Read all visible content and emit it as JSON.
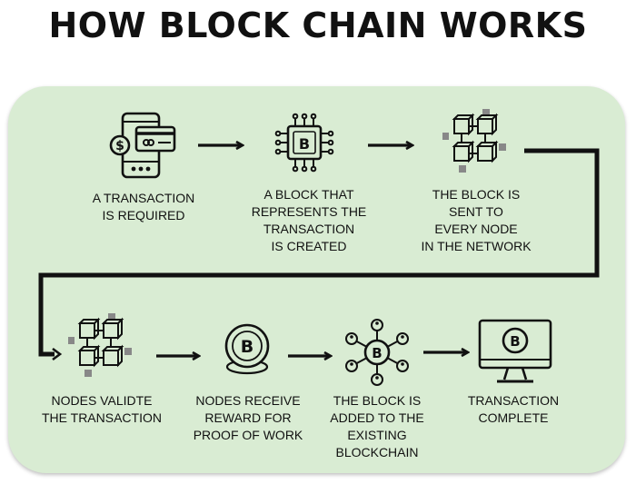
{
  "title": "HOW BLOCK CHAIN WORKS",
  "steps": [
    {
      "icon": "payment-phone-card-icon",
      "lines": [
        "A TRANSACTION",
        "IS REQUIRED"
      ]
    },
    {
      "icon": "bitcoin-chip-icon",
      "lines": [
        "A BLOCK THAT",
        "REPRESENTS THE",
        "TRANSACTION",
        "IS CREATED"
      ]
    },
    {
      "icon": "block-network-icon",
      "lines": [
        "THE BLOCK IS",
        "SENT TO",
        "EVERY NODE",
        "IN THE NETWORK"
      ]
    },
    {
      "icon": "block-network-icon",
      "lines": [
        "NODES VALIDTE",
        "THE TRANSACTION"
      ]
    },
    {
      "icon": "bitcoin-coin-icon",
      "lines": [
        "NODES RECEIVE",
        "REWARD FOR",
        "PROOF OF WORK"
      ]
    },
    {
      "icon": "bitcoin-nodes-icon",
      "lines": [
        "THE BLOCK IS",
        "ADDED TO THE",
        "EXISTING",
        "BLOCKCHAIN"
      ]
    },
    {
      "icon": "bitcoin-monitor-icon",
      "lines": [
        "TRANSACTION",
        "COMPLETE"
      ]
    }
  ]
}
